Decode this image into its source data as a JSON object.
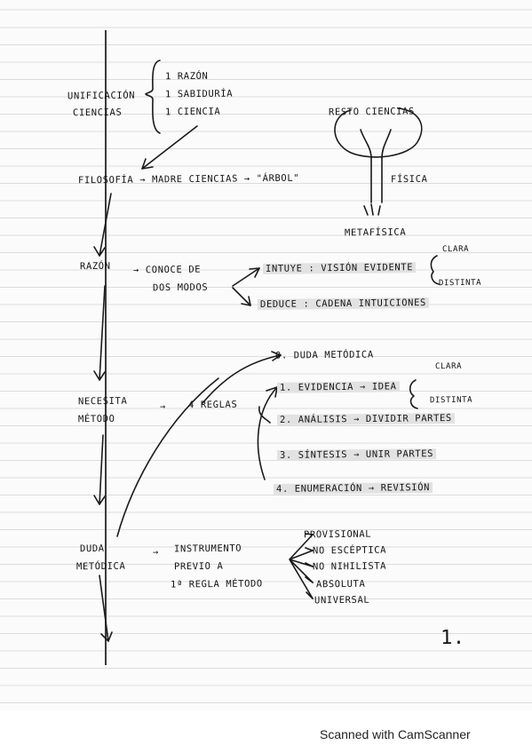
{
  "unificacion": {
    "label_1": "UNIFICACIÓN",
    "label_2": "CIENCIAS",
    "items": [
      "1 RAZÓN",
      "1 SABIDURÍA",
      "1 CIENCIA"
    ]
  },
  "arbol": {
    "line": "FILOSOFÍA → MADRE CIENCIAS → \"ÁRBOL\"",
    "resto": "RESTO CIENCIAS",
    "fisica": "FÍSICA",
    "metafisica": "METAFÍSICA"
  },
  "razon": {
    "label": "RAZÓN",
    "desc_1": "→ CONOCE DE",
    "desc_2": "DOS MODOS",
    "intuye": "INTUYE : VISIÓN EVIDENTE",
    "clara": "CLARA",
    "distinta": "DISTINTA",
    "deduce": "DEDUCE : CADENA INTUICIONES"
  },
  "metodo": {
    "label_1": "NECESITA",
    "label_2": "MÉTODO",
    "arrow": "→",
    "reglas": "4 REGLAS",
    "duda": "0. DUDA METÓDICA",
    "r1": "1. EVIDENCIA → IDEA",
    "r1_clara": "CLARA",
    "r1_distinta": "DISTINTA",
    "r2": "2. ANÁLISIS → DIVIDIR PARTES",
    "r3": "3. SÍNTESIS → UNIR PARTES",
    "r4": "4. ENUMERACIÓN → REVISIÓN"
  },
  "duda": {
    "label_1": "DUDA",
    "label_2": "METÓDICA",
    "arrow": "→",
    "inst_1": "INSTRUMENTO",
    "inst_2": "PREVIO A",
    "inst_3": "1ª REGLA MÉTODO",
    "traits": [
      "PROVISIONAL",
      "NO ESCÉPTICA",
      "NO NIHILISTA",
      "ABSOLUTA",
      "UNIVERSAL"
    ]
  },
  "page_number": "1.",
  "footer": "Scanned with CamScanner"
}
